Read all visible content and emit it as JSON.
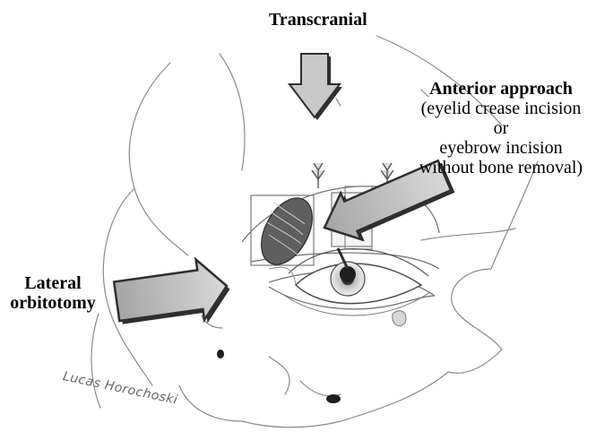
{
  "labels": {
    "transcranial": "Transcranial",
    "anterior_title": "Anterior approach",
    "anterior_line1": "(eyelid crease incision",
    "anterior_line2": "or",
    "anterior_line3": "eyebrow incision",
    "anterior_line4": "without bone removal)",
    "lateral_line1": "Lateral",
    "lateral_line2": "orbitotomy"
  },
  "signature": "Lucas Horochoski",
  "colors": {
    "arrow_fill": "#c9c9c9",
    "arrow_edge": "#2f2f2f",
    "sketch": "#8a8a8a"
  }
}
